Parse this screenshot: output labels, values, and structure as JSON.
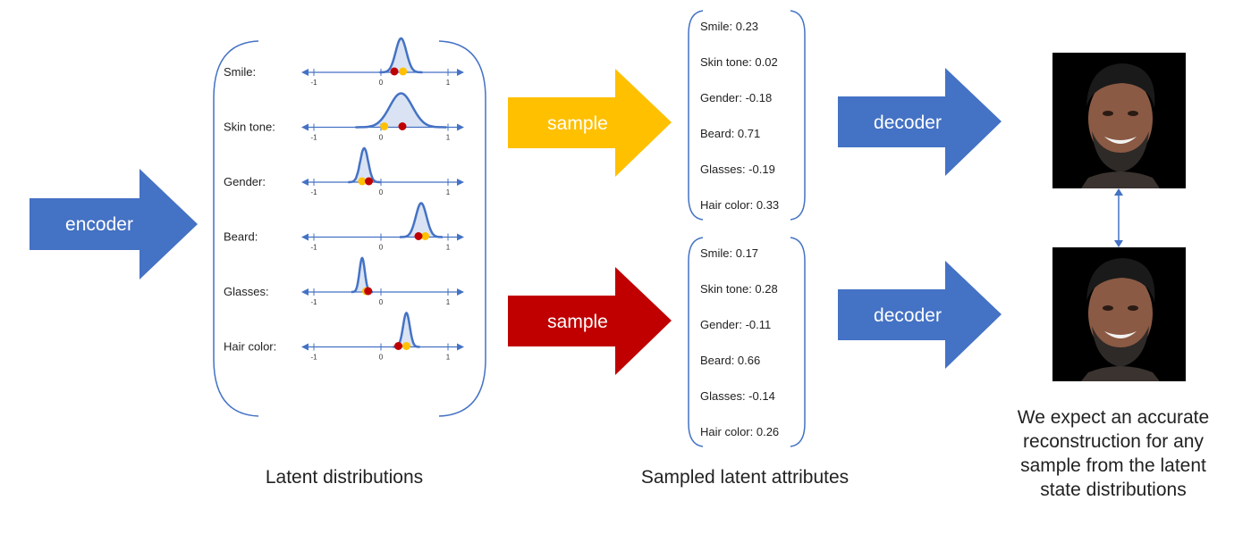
{
  "colors": {
    "arrow_blue": "#4472c4",
    "sample_yellow": "#ffc000",
    "sample_red": "#c00000",
    "mean_yellow": "#ffc000",
    "mean_red": "#c00000",
    "bracket": "#4472c4",
    "axis": "#4472c4"
  },
  "arrows": {
    "encoder": "encoder",
    "sample_yellow": "sample",
    "sample_red": "sample",
    "decoder_top": "decoder",
    "decoder_bottom": "decoder"
  },
  "latent": {
    "caption": "Latent distributions",
    "tick_labels": [
      "-1",
      "0",
      "1"
    ],
    "attributes": [
      {
        "label": "Smile:",
        "mu": 0.3,
        "sigma": 0.08,
        "yellow": 0.33,
        "red": 0.2
      },
      {
        "label": "Skin tone:",
        "mu": 0.3,
        "sigma": 0.17,
        "yellow": 0.05,
        "red": 0.32
      },
      {
        "label": "Gender:",
        "mu": -0.25,
        "sigma": 0.06,
        "yellow": -0.28,
        "red": -0.18
      },
      {
        "label": "Beard:",
        "mu": 0.6,
        "sigma": 0.08,
        "yellow": 0.66,
        "red": 0.56
      },
      {
        "label": "Glasses:",
        "mu": -0.28,
        "sigma": 0.04,
        "yellow": -0.22,
        "red": -0.19
      },
      {
        "label": "Hair color:",
        "mu": 0.38,
        "sigma": 0.05,
        "yellow": 0.38,
        "red": 0.26
      }
    ]
  },
  "sampled_top": {
    "rows": [
      "Smile:  0.23",
      "Skin tone: 0.02",
      "Gender: -0.18",
      "Beard: 0.71",
      "Glasses: -0.19",
      "Hair color: 0.33"
    ]
  },
  "sampled_bottom": {
    "rows": [
      "Smile:  0.17",
      "Skin tone: 0.28",
      "Gender: -0.11",
      "Beard: 0.66",
      "Glasses: -0.14",
      "Hair color: 0.26"
    ]
  },
  "sampled_caption": "Sampled latent attributes",
  "outputs": {
    "caption_lines": [
      "We expect an accurate",
      "reconstruction for any",
      "sample from the latent",
      "state distributions"
    ]
  }
}
